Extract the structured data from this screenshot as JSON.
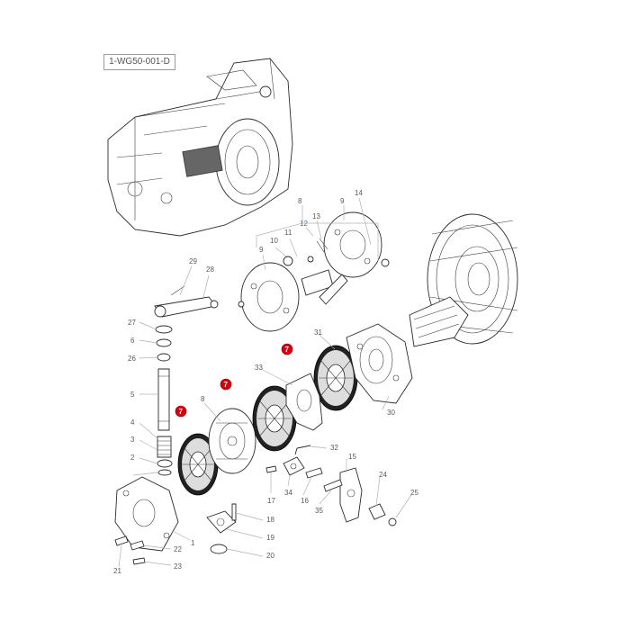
{
  "reference": "1-WG50-001-D",
  "callouts": [
    {
      "id": "c8a",
      "text": "8"
    },
    {
      "id": "c9a",
      "text": "9"
    },
    {
      "id": "c14",
      "text": "14"
    },
    {
      "id": "c12",
      "text": "12"
    },
    {
      "id": "c13",
      "text": "13"
    },
    {
      "id": "c10",
      "text": "10"
    },
    {
      "id": "c11",
      "text": "11"
    },
    {
      "id": "c9b",
      "text": "9"
    },
    {
      "id": "c29",
      "text": "29"
    },
    {
      "id": "c28",
      "text": "28"
    },
    {
      "id": "c27",
      "text": "27"
    },
    {
      "id": "c6",
      "text": "6"
    },
    {
      "id": "c26",
      "text": "26"
    },
    {
      "id": "c31",
      "text": "31"
    },
    {
      "id": "c33",
      "text": "33"
    },
    {
      "id": "c30",
      "text": "30"
    },
    {
      "id": "c5",
      "text": "5"
    },
    {
      "id": "c8b",
      "text": "8"
    },
    {
      "id": "c4",
      "text": "4"
    },
    {
      "id": "c3",
      "text": "3"
    },
    {
      "id": "c32",
      "text": "32"
    },
    {
      "id": "c2",
      "text": "2"
    },
    {
      "id": "c15",
      "text": "15"
    },
    {
      "id": "c24",
      "text": "24"
    },
    {
      "id": "c17",
      "text": "17"
    },
    {
      "id": "c34",
      "text": "34"
    },
    {
      "id": "c16",
      "text": "16"
    },
    {
      "id": "c25",
      "text": "25"
    },
    {
      "id": "c35",
      "text": "35"
    },
    {
      "id": "c18",
      "text": "18"
    },
    {
      "id": "c19",
      "text": "19"
    },
    {
      "id": "c1",
      "text": "1"
    },
    {
      "id": "c22",
      "text": "22"
    },
    {
      "id": "c20",
      "text": "20"
    },
    {
      "id": "c21",
      "text": "21"
    },
    {
      "id": "c23",
      "text": "23"
    }
  ],
  "highlights": [
    {
      "id": "h1",
      "text": "7"
    },
    {
      "id": "h2",
      "text": "7"
    },
    {
      "id": "h3",
      "text": "7"
    }
  ],
  "colors": {
    "highlight": "#d40010",
    "label": "#5a5a5a",
    "blue_label": "#4a6fa5"
  }
}
